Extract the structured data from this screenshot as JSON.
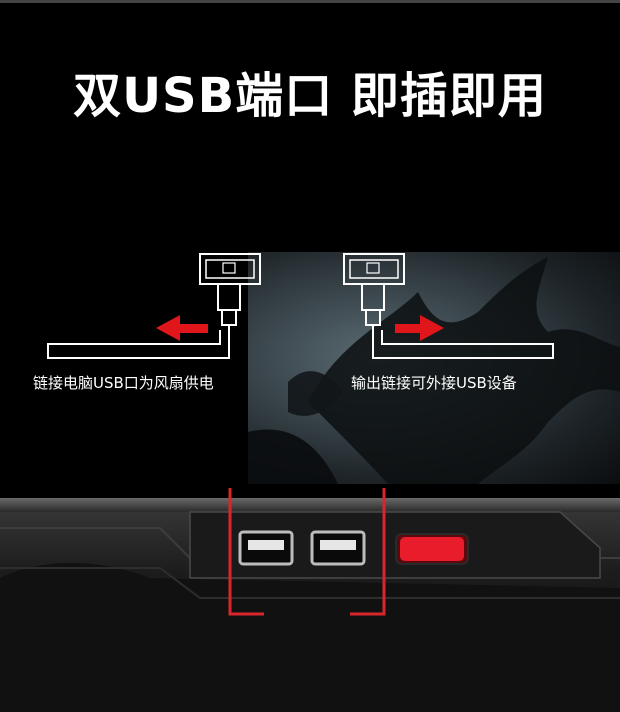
{
  "title": "双USB端口 即插即用",
  "captions": {
    "left": "链接电脑USB口为风扇供电",
    "right": "输出链接可外接USB设备"
  },
  "colors": {
    "arrow": "#e0161b",
    "power_button": "#e81c2b",
    "highlight_bracket": "#d9262d",
    "line": "#ffffff"
  },
  "icons": {
    "left_arrow": "arrow-left-icon",
    "right_arrow": "arrow-right-icon",
    "usb_plug": "usb-plug-icon"
  }
}
